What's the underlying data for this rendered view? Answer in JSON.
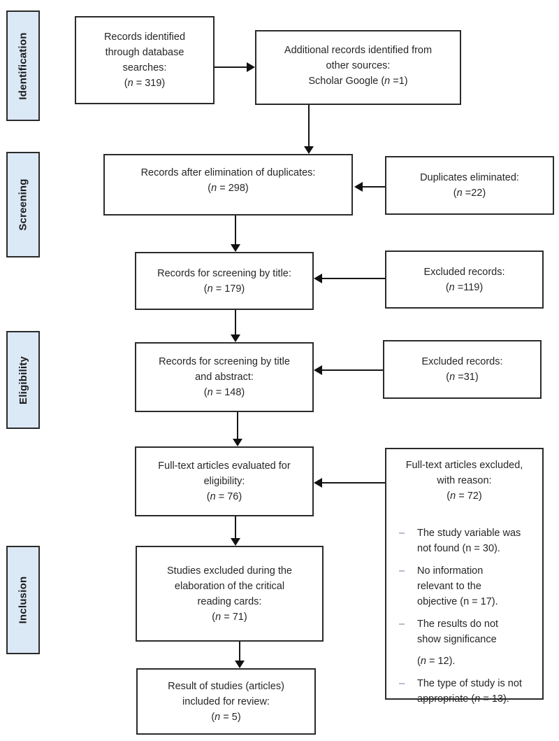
{
  "colors": {
    "stage_fill": "#dbe8f6",
    "box_border": "#2b2b2b",
    "box_background": "#ffffff",
    "text": "#262626",
    "arrow": "#161616",
    "bullet_dash": "#6b7c99"
  },
  "stages": [
    {
      "label": "Identification"
    },
    {
      "label": "Screening"
    },
    {
      "label": "Eligibility"
    },
    {
      "label": "Inclusion"
    }
  ],
  "boxes": {
    "records_identified": {
      "lines": [
        {
          "segs": [
            {
              "t": "Records identified"
            }
          ]
        },
        {
          "segs": [
            {
              "t": "through database"
            }
          ]
        },
        {
          "segs": [
            {
              "t": "searches:"
            }
          ]
        },
        {
          "segs": [
            {
              "t": "("
            },
            {
              "t": "n",
              "i": true
            },
            {
              "t": " = 319)"
            }
          ]
        }
      ]
    },
    "additional_records": {
      "lines": [
        {
          "segs": [
            {
              "t": "Additional records identified from"
            }
          ]
        },
        {
          "segs": [
            {
              "t": "other sources:"
            }
          ]
        },
        {
          "segs": [
            {
              "t": "Scholar Google ("
            },
            {
              "t": "n",
              "i": true
            },
            {
              "t": " =1)"
            }
          ]
        }
      ]
    },
    "after_duplicates": {
      "lines": [
        {
          "segs": [
            {
              "t": "Records after elimination of duplicates:"
            }
          ]
        },
        {
          "segs": [
            {
              "t": "("
            },
            {
              "t": "n",
              "i": true
            },
            {
              "t": " = 298)"
            }
          ]
        }
      ]
    },
    "duplicates_eliminated": {
      "lines": [
        {
          "segs": [
            {
              "t": "Duplicates eliminated:"
            }
          ]
        },
        {
          "segs": [
            {
              "t": "("
            },
            {
              "t": "n",
              "i": true
            },
            {
              "t": " =22)"
            }
          ]
        }
      ]
    },
    "screening_by_title": {
      "lines": [
        {
          "segs": [
            {
              "t": "Records for screening by title:"
            }
          ]
        },
        {
          "segs": [
            {
              "t": "("
            },
            {
              "t": "n",
              "i": true
            },
            {
              "t": " = 179)"
            }
          ]
        }
      ]
    },
    "excluded_records_title": {
      "lines": [
        {
          "segs": [
            {
              "t": "Excluded records:"
            }
          ]
        },
        {
          "segs": [
            {
              "t": "("
            },
            {
              "t": "n",
              "i": true
            },
            {
              "t": " =119)"
            }
          ]
        }
      ]
    },
    "screening_title_abstract": {
      "lines": [
        {
          "segs": [
            {
              "t": "Records for screening by title"
            }
          ]
        },
        {
          "segs": [
            {
              "t": "and abstract:"
            }
          ]
        },
        {
          "segs": [
            {
              "t": "("
            },
            {
              "t": "n",
              "i": true
            },
            {
              "t": " = 148)"
            }
          ]
        }
      ]
    },
    "excluded_records_abstract": {
      "lines": [
        {
          "segs": [
            {
              "t": "Excluded records:"
            }
          ]
        },
        {
          "segs": [
            {
              "t": "("
            },
            {
              "t": "n",
              "i": true
            },
            {
              "t": " =31)"
            }
          ]
        }
      ]
    },
    "fulltext_evaluated": {
      "lines": [
        {
          "segs": [
            {
              "t": "Full-text articles evaluated for"
            }
          ]
        },
        {
          "segs": [
            {
              "t": "eligibility:"
            }
          ]
        },
        {
          "segs": [
            {
              "t": "("
            },
            {
              "t": "n",
              "i": true
            },
            {
              "t": " = 76)"
            }
          ]
        }
      ]
    },
    "studies_excluded_cards": {
      "lines": [
        {
          "segs": [
            {
              "t": "Studies excluded during the"
            }
          ]
        },
        {
          "segs": [
            {
              "t": "elaboration of the critical"
            }
          ]
        },
        {
          "segs": [
            {
              "t": "reading cards:"
            }
          ]
        },
        {
          "segs": [
            {
              "t": "("
            },
            {
              "t": "n",
              "i": true
            },
            {
              "t": " = 71)"
            }
          ]
        }
      ]
    },
    "included_for_review": {
      "lines": [
        {
          "segs": [
            {
              "t": "Result of studies (articles)"
            }
          ]
        },
        {
          "segs": [
            {
              "t": "included for review:"
            }
          ]
        },
        {
          "segs": [
            {
              "t": "("
            },
            {
              "t": "n",
              "i": true
            },
            {
              "t": " = 5)"
            }
          ]
        }
      ]
    },
    "fulltext_excluded": {
      "header_lines": [
        {
          "segs": [
            {
              "t": "Full-text articles excluded,"
            }
          ]
        },
        {
          "segs": [
            {
              "t": "with reason:"
            }
          ]
        },
        {
          "segs": [
            {
              "t": "("
            },
            {
              "t": "n",
              "i": true
            },
            {
              "t": " = 72)"
            }
          ]
        }
      ],
      "bullet_char": "–",
      "bullets": [
        {
          "lines": [
            {
              "segs": [
                {
                  "t": "The study variable was"
                }
              ]
            },
            {
              "segs": [
                {
                  "t": "not found (n = 30)."
                }
              ]
            }
          ]
        },
        {
          "lines": [
            {
              "segs": [
                {
                  "t": "No information"
                }
              ]
            },
            {
              "segs": [
                {
                  "t": "relevant to the"
                }
              ]
            },
            {
              "segs": [
                {
                  "t": "objective (n = 17)."
                }
              ]
            }
          ]
        },
        {
          "lines": [
            {
              "segs": [
                {
                  "t": "The results do not"
                }
              ]
            },
            {
              "segs": [
                {
                  "t": "show significance"
                }
              ]
            },
            {
              "segs": [
                {
                  "t": "("
                },
                {
                  "t": "n",
                  "i": true
                },
                {
                  "t": " = 12)."
                }
              ],
              "gap": true
            }
          ]
        },
        {
          "lines": [
            {
              "segs": [
                {
                  "t": "The type of study is not"
                }
              ]
            },
            {
              "segs": [
                {
                  "t": "appropriate ("
                },
                {
                  "t": "n",
                  "i": true
                },
                {
                  "t": " = 13)."
                }
              ]
            }
          ]
        }
      ]
    }
  }
}
